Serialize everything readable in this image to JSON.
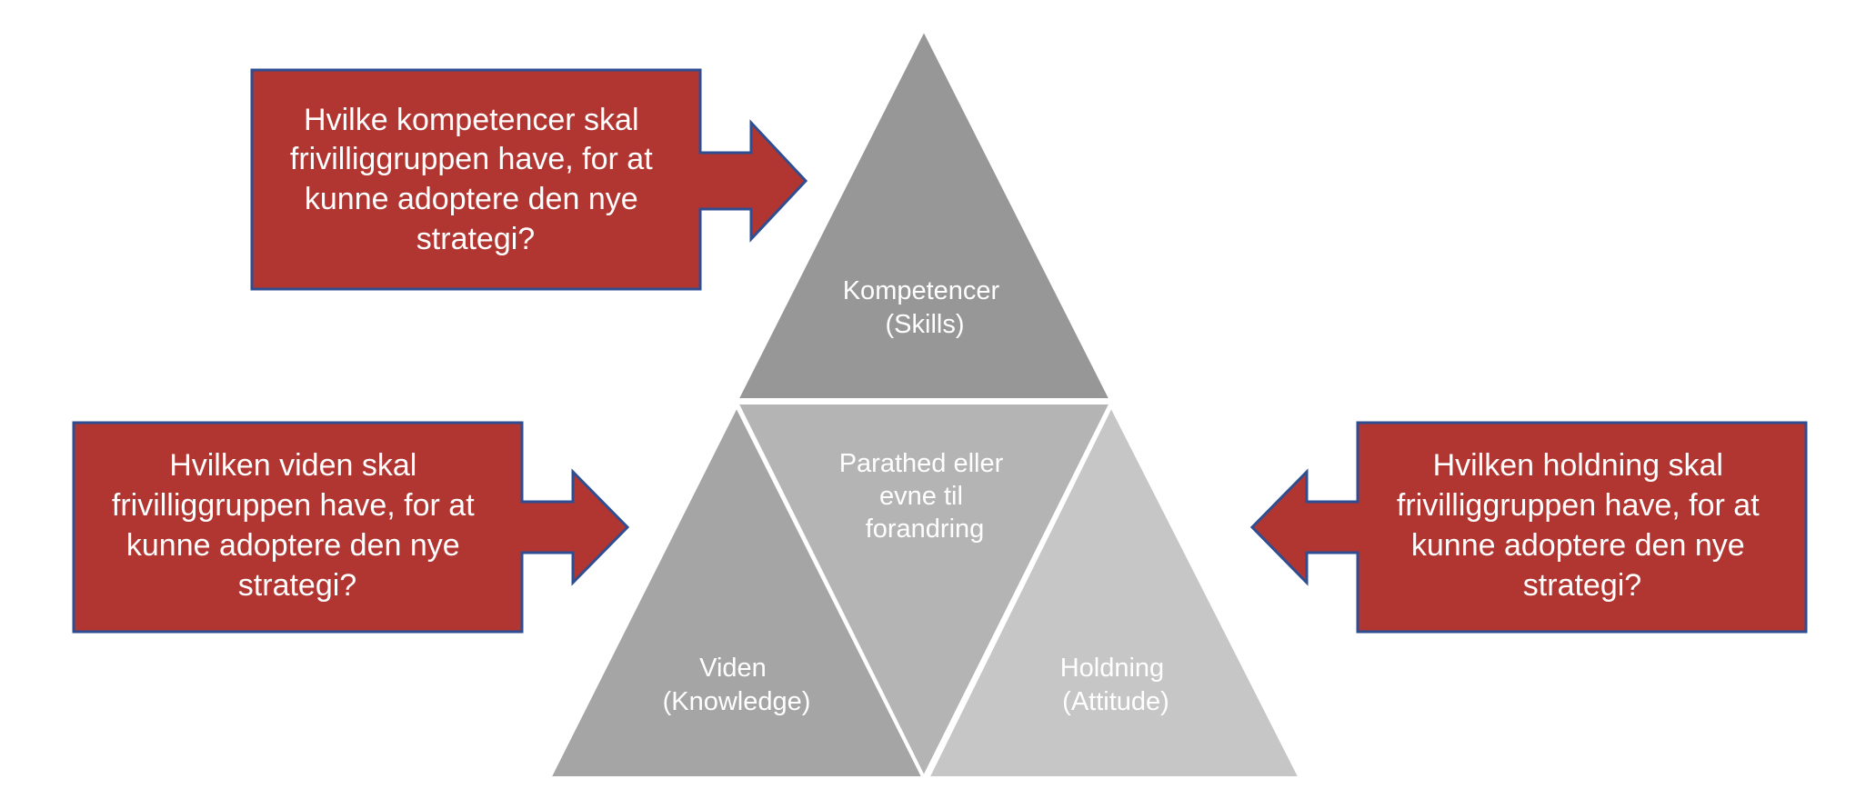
{
  "colors": {
    "callout_fill": "#B13631",
    "callout_stroke": "#2F4E91",
    "triangle_top": "#979797",
    "triangle_left": "#A5A5A5",
    "triangle_center": "#B4B4B4",
    "triangle_right": "#C6C6C6",
    "separator": "#ffffff",
    "text": "#ffffff"
  },
  "triangles": {
    "top": {
      "line1": "Kompetencer",
      "line2": "(Skills)"
    },
    "left": {
      "line1": "Viden",
      "line2": "(Knowledge)"
    },
    "center": {
      "line1": "Parathed eller",
      "line2": "evne til",
      "line3": "forandring"
    },
    "right": {
      "line1": "Holdning",
      "line2": "(Attitude)"
    }
  },
  "callouts": {
    "top_left": {
      "line1": "Hvilke kompetencer skal",
      "line2": "frivilliggruppen have, for at",
      "line3": "kunne adoptere den nye",
      "line4": "strategi?",
      "arrow_direction": "right"
    },
    "left": {
      "line1": "Hvilken viden skal",
      "line2": "frivilliggruppen have, for at",
      "line3": "kunne adoptere den nye",
      "line4": "strategi?",
      "arrow_direction": "right"
    },
    "right": {
      "line1": "Hvilken holdning skal",
      "line2": "frivilliggruppen have, for at",
      "line3": "kunne adoptere den nye",
      "line4": "strategi?",
      "arrow_direction": "left"
    }
  }
}
